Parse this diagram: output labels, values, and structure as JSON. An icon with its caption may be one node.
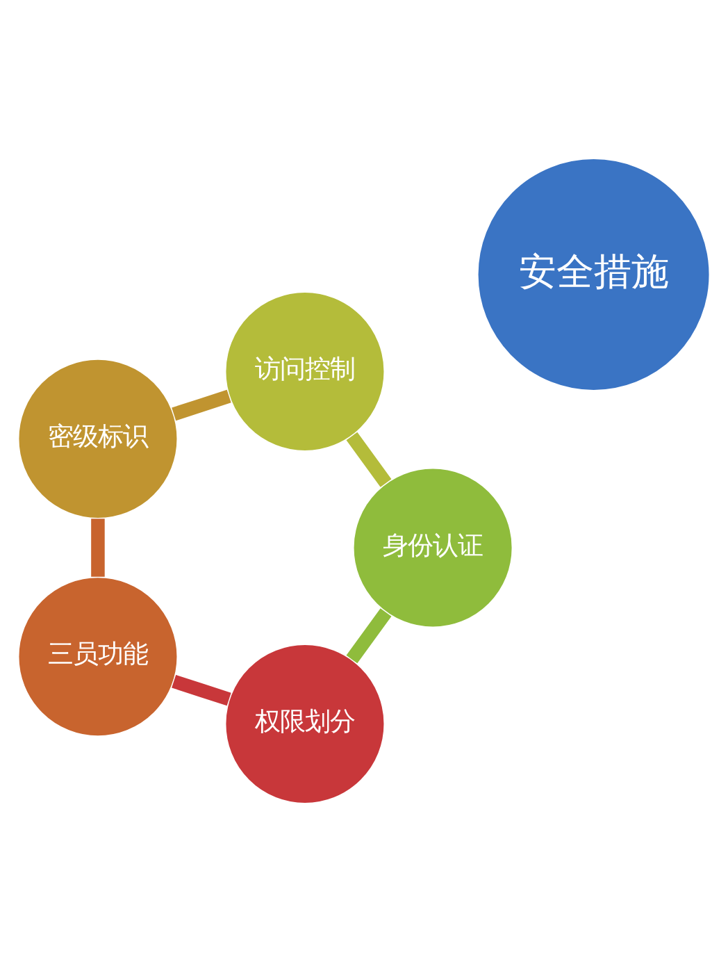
{
  "diagram": {
    "nodes": [
      {
        "text": [
          "权限划分"
        ]
      },
      {
        "text": [
          "三员功能"
        ]
      },
      {
        "text": [
          "密级标识"
        ]
      },
      {
        "text": [
          "访问控制"
        ]
      },
      {
        "text": [
          "身份认证"
        ]
      },
      {
        "text": [
          "安全措施"
        ]
      }
    ],
    "edges": [
      {
        "from": 0,
        "to": 1,
        "arrow": "none",
        "color": "#c8373a"
      },
      {
        "from": 1,
        "to": 2,
        "arrow": "none",
        "color": "#c8642e"
      },
      {
        "from": 2,
        "to": 3,
        "arrow": "none",
        "color": "#c09430"
      },
      {
        "from": 3,
        "to": 4,
        "arrow": "none",
        "color": "#b4bc3a"
      },
      {
        "from": 4,
        "to": 0,
        "arrow": "none",
        "color": "#8fbc3c"
      }
    ]
  }
}
